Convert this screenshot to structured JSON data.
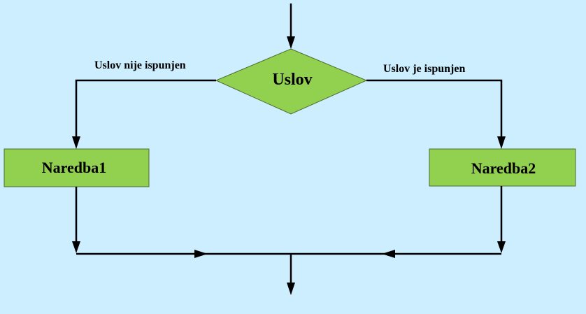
{
  "diagram": {
    "decision": {
      "label": "Uslov"
    },
    "branch_false": {
      "label": "Uslov nije ispunjen"
    },
    "branch_true": {
      "label": "Uslov je ispunjen"
    },
    "statement1": {
      "label": "Naredba1"
    },
    "statement2": {
      "label": "Naredba2"
    }
  },
  "colors": {
    "background": "#cceeff",
    "node_fill": "#92d050",
    "node_border": "#4f6b2e",
    "line": "#000000"
  }
}
